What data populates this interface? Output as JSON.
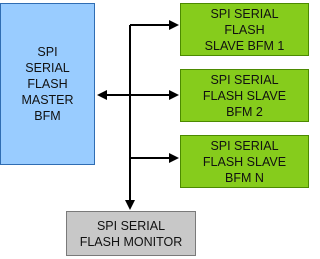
{
  "colors": {
    "master_fill": "#99ccff",
    "slave_fill": "#86cc1c",
    "monitor_fill": "#c8c8c8",
    "wire": "#000000"
  },
  "blocks": {
    "master": {
      "label": "SPI\nSERIAL\nFLASH\nMASTER\nBFM"
    },
    "slave1": {
      "label": "SPI SERIAL\nFLASH\nSLAVE BFM 1"
    },
    "slave2": {
      "label": "SPI SERIAL\nFLASH SLAVE\nBFM 2"
    },
    "slaveN": {
      "label": "SPI SERIAL\nFLASH SLAVE\nBFM N"
    },
    "monitor": {
      "label": "SPI SERIAL\nFLASH MONITOR"
    }
  }
}
